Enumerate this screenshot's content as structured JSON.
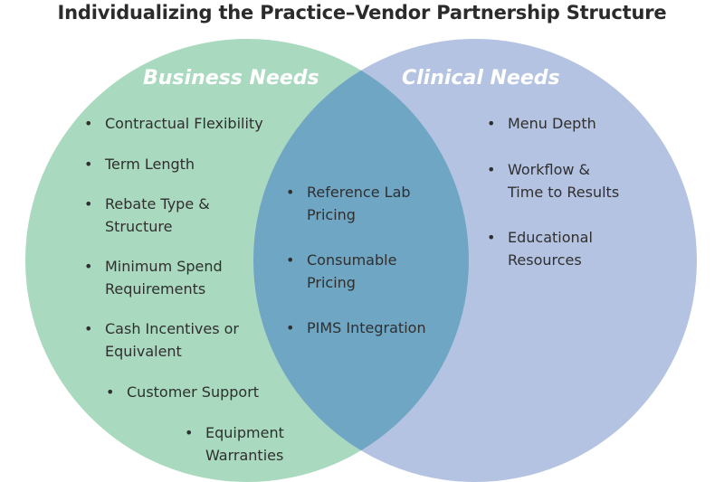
{
  "title": "Individualizing the Practice–Vendor Partnership Structure",
  "colors": {
    "business": "#a9d9be",
    "clinical": "#b5c3e2",
    "overlap": "#6fa6c3",
    "title_text": "#2b2b2b",
    "item_text": "#2f2f2f"
  },
  "business": {
    "heading": "Business Needs",
    "items": [
      {
        "line1": "Contractual Flexibility",
        "line2": ""
      },
      {
        "line1": "Term Length",
        "line2": ""
      },
      {
        "line1": "Rebate Type &",
        "line2": "Structure"
      },
      {
        "line1": "Minimum Spend",
        "line2": "Requirements"
      },
      {
        "line1": "Cash Incentives or",
        "line2": "Equivalent"
      },
      {
        "line1": "Customer Support",
        "line2": ""
      },
      {
        "line1": "Equipment",
        "line2": "Warranties"
      }
    ]
  },
  "shared": {
    "items": [
      {
        "line1": "Reference Lab",
        "line2": "Pricing"
      },
      {
        "line1": "Consumable",
        "line2": "Pricing"
      },
      {
        "line1": "PIMS Integration",
        "line2": ""
      }
    ]
  },
  "clinical": {
    "heading": "Clinical Needs",
    "items": [
      {
        "line1": "Menu Depth",
        "line2": ""
      },
      {
        "line1": "Workflow &",
        "line2": "Time to Results"
      },
      {
        "line1": "Educational",
        "line2": "Resources"
      }
    ]
  }
}
